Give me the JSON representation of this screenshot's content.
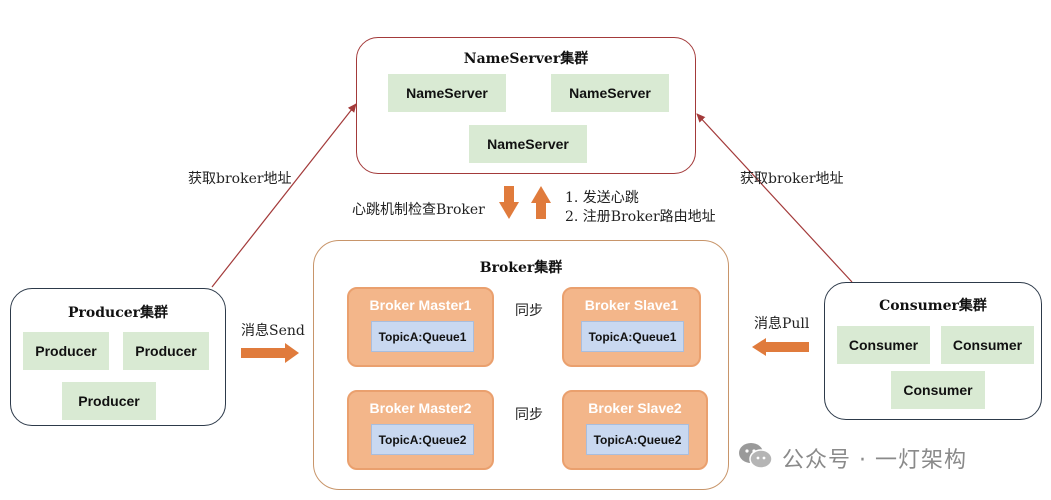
{
  "nameserver_cluster": {
    "title": "NameServer集群",
    "nodes": [
      "NameServer",
      "NameServer",
      "NameServer"
    ]
  },
  "producer_cluster": {
    "title": "Producer集群",
    "nodes": [
      "Producer",
      "Producer",
      "Producer"
    ]
  },
  "consumer_cluster": {
    "title": "Consumer集群",
    "nodes": [
      "Consumer",
      "Consumer",
      "Consumer"
    ]
  },
  "broker_cluster": {
    "title": "Broker集群",
    "master1": {
      "title": "Broker Master1",
      "queue": "TopicA:Queue1"
    },
    "slave1": {
      "title": "Broker Slave1",
      "queue": "TopicA:Queue1"
    },
    "master2": {
      "title": "Broker Master2",
      "queue": "TopicA:Queue2"
    },
    "slave2": {
      "title": "Broker Slave2",
      "queue": "TopicA:Queue2"
    },
    "sync_label_1": "同步",
    "sync_label_2": "同步"
  },
  "labels": {
    "producer_get_broker": "获取broker地址",
    "consumer_get_broker": "获取broker地址",
    "heartbeat_check": "心跳机制检查Broker",
    "send_heartbeat": "1. 发送心跳",
    "register_route": "2. 注册Broker路由地址",
    "message_send": "消息Send",
    "message_pull": "消息Pull"
  },
  "watermark": "公众号 · 一灯架构",
  "colors": {
    "cluster_border": "#a33a3a",
    "node_fill": "#d9ead3",
    "broker_fill": "#f3b68a",
    "queue_fill": "#c9d8f0",
    "arrow_orange": "#e07b3c"
  }
}
